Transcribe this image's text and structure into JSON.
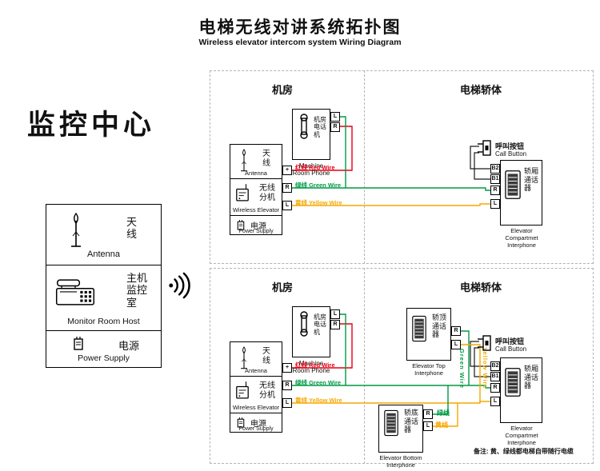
{
  "title": {
    "zh": "电梯无线对讲系统拓扑图",
    "en": "Wireless elevator intercom system Wiring Diagram"
  },
  "monitor": {
    "heading": "监控中心",
    "antenna_zh": "天\n线",
    "antenna_en": "Antenna",
    "host_zh": "主机\n监控\n室",
    "host_en": "Monitor Room Host",
    "power_zh": "电源",
    "power_en": "Power Supply"
  },
  "zones": {
    "machine_room": "机房",
    "elevator_car": "电梯轿体"
  },
  "phone": {
    "zh": "机房\n电话\n机",
    "en": "Machine\nRoom Phone",
    "t_l": "L",
    "t_r": "R"
  },
  "wireless": {
    "antenna_zh": "天\n线",
    "antenna_en": "Antenna",
    "ext_zh": "无线\n分机",
    "ext_en": "Wireless Elevator",
    "power_zh": "电源",
    "power_en": "Power Supply",
    "t_plus": "+",
    "t_r": "R",
    "t_l": "L"
  },
  "wires": {
    "red_label": "红线  Red Wire",
    "green_label": "绿线  Green Wire",
    "yellow_label": "黄线  Yellow Wire",
    "green_vertical": "Green Wire",
    "yellow_vertical": "Yellow Wire",
    "green_short": "绿线",
    "yellow_short": "黄线"
  },
  "call": {
    "zh": "呼叫按钮",
    "en": "Call Button"
  },
  "comp": {
    "zh": "轿厢\n通话\n器",
    "en": "Elevator\nCompartmet\nInterphone",
    "t_b2": "B2",
    "t_b1": "B1",
    "t_r": "R",
    "t_l": "L"
  },
  "top_int": {
    "zh": "轿顶\n通话\n器",
    "en": "Elevator Top\nInterphone",
    "t_r": "R",
    "t_l": "L"
  },
  "bot_int": {
    "zh": "轿底\n通话\n器",
    "en": "Elevator Bottom\nInterphone",
    "t_r": "R",
    "t_l": "L"
  },
  "note": "备注: 黄、绿线都电梯自带随行电缆",
  "colors": {
    "red": "#e60012",
    "green": "#009944",
    "yellow": "#f6a800",
    "black": "#1a1a1a",
    "dash_gray": "#b3b3b3"
  }
}
